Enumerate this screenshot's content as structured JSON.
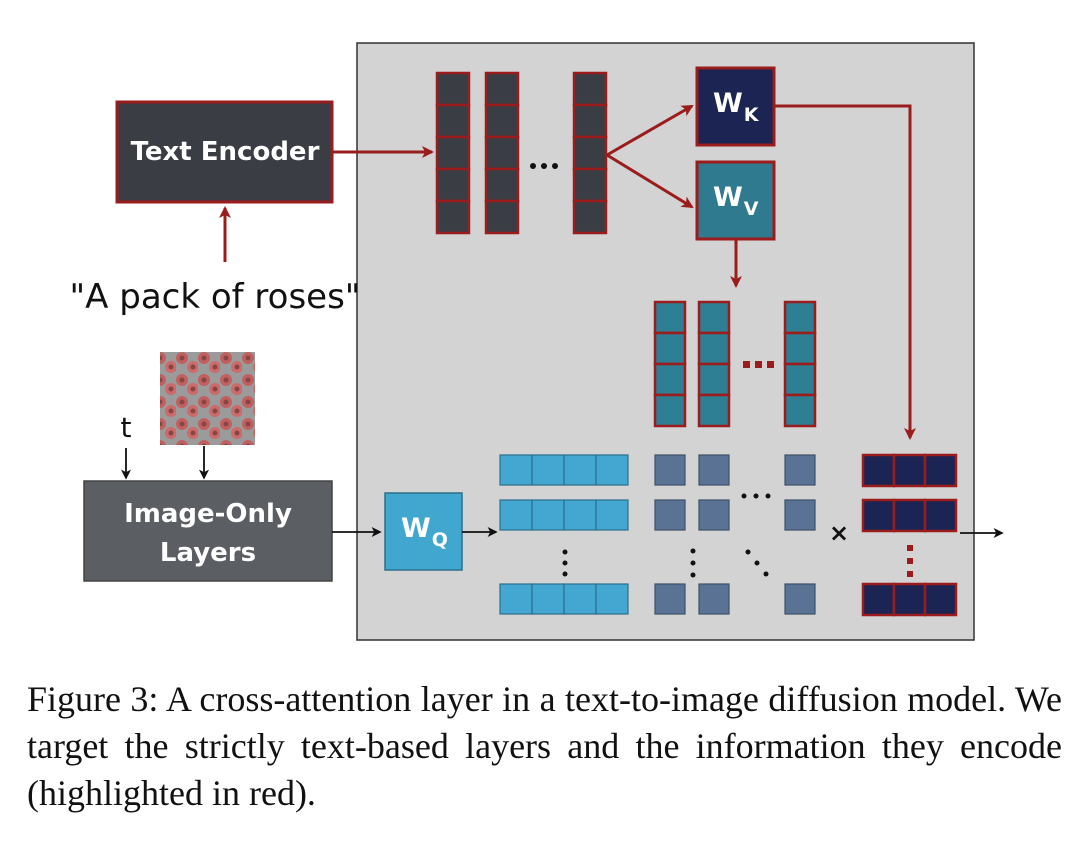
{
  "diagram": {
    "text_encoder_label": "Text Encoder",
    "prompt": "\"A pack of roses\"",
    "timestep_label": "t",
    "image_layers_line1": "Image-Only",
    "image_layers_line2": "Layers",
    "wk": {
      "main": "W",
      "sub": "K"
    },
    "wv": {
      "main": "W",
      "sub": "V"
    },
    "wq": {
      "main": "W",
      "sub": "Q"
    },
    "multiply_symbol": "×",
    "colors": {
      "panel": "#d3d3d3",
      "encoder_box": "#3a3d44",
      "image_layers_box": "#5b5e63",
      "highlight_red": "#9b1c1c",
      "wk_fill": "#1b2452",
      "wv_fill": "#2f7a8f",
      "wq_fill": "#41a7cf",
      "value_cell": "#2e7f93",
      "query_cell": "#43a7d2",
      "attn_cell": "#5a7394",
      "output_cell": "#1b2452"
    },
    "icons": [
      "roses-thumbnail"
    ]
  },
  "caption": "Figure 3: A cross-attention layer in a text-to-image diffusion model. We target the strictly text-based layers and the information they encode (highlighted in red)."
}
